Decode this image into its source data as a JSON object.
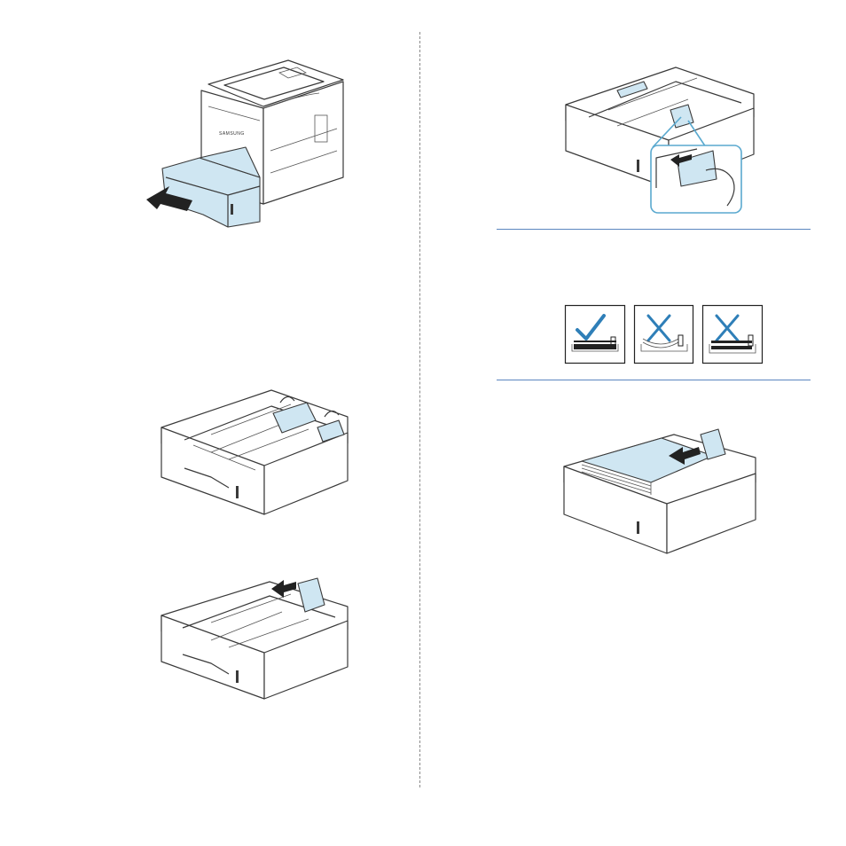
{
  "printer": {
    "brand_label": "SAMSUNG"
  },
  "colors": {
    "accent": "#cfe6f2",
    "rule": "#5b86c0",
    "mark": "#2f7fb8",
    "divider": "#8a8a8a"
  },
  "paper_examples": [
    {
      "icon": "check-icon",
      "status": "correct"
    },
    {
      "icon": "cross-icon",
      "status": "incorrect"
    },
    {
      "icon": "cross-icon",
      "status": "incorrect"
    }
  ]
}
